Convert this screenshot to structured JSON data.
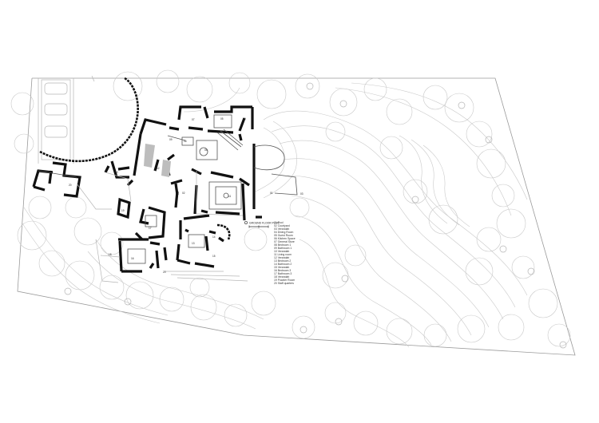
{
  "drawing": {
    "title": "GROUND FLOOR PLAN"
  },
  "legend": [
    "01 Pool",
    "02 Courtyard",
    "03 Verandah",
    "04 Dining Room",
    "05 Guest Room",
    "06 Kitchen Space",
    "07 General Store",
    "08 Bedroom 1",
    "09 Bathroom 1",
    "10 Verandah",
    "11 Living room",
    "12 Verandah",
    "13 Bedroom 2",
    "14 Bathroom 2",
    "15 Verandah",
    "16 Bedroom 3",
    "17 Bathroom 3",
    "18 Verandah",
    "19 Powder Room",
    "20 Staff quarters"
  ],
  "room_numbers": [
    "01",
    "02",
    "03",
    "04",
    "05",
    "06",
    "07",
    "08",
    "09",
    "10",
    "11",
    "12",
    "13",
    "14",
    "15",
    "16",
    "17",
    "18",
    "19",
    "20"
  ],
  "colors": {
    "wall": "#111111",
    "linework": "#c9c9c9",
    "site_boundary": "#9a9a9a"
  }
}
